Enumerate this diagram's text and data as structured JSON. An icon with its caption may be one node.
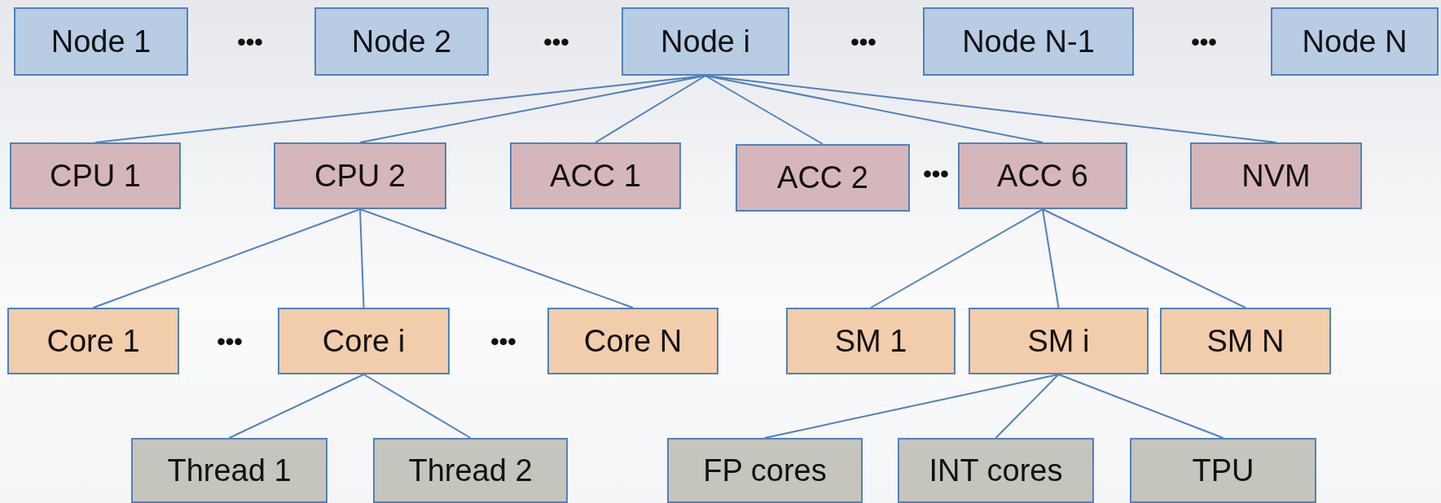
{
  "diagram": {
    "nodes": [
      {
        "text": [
          "Node 1"
        ]
      },
      {
        "text": [
          "Node 2"
        ]
      },
      {
        "text": [
          "Node i"
        ]
      },
      {
        "text": [
          "Node N-1"
        ]
      },
      {
        "text": [
          "Node N"
        ]
      },
      {
        "text": [
          "CPU 1"
        ]
      },
      {
        "text": [
          "CPU 2"
        ]
      },
      {
        "text": [
          "ACC 1"
        ]
      },
      {
        "text": [
          "ACC 2"
        ]
      },
      {
        "text": [
          "ACC 6"
        ]
      },
      {
        "text": [
          "NVM"
        ]
      },
      {
        "text": [
          "Core 1"
        ]
      },
      {
        "text": [
          "Core i"
        ]
      },
      {
        "text": [
          "Core N"
        ]
      },
      {
        "text": [
          "SM 1"
        ]
      },
      {
        "text": [
          "SM i"
        ]
      },
      {
        "text": [
          "SM N"
        ]
      },
      {
        "text": [
          "Thread 1"
        ]
      },
      {
        "text": [
          "Thread 2"
        ]
      },
      {
        "text": [
          "FP cores"
        ]
      },
      {
        "text": [
          "INT cores"
        ]
      },
      {
        "text": [
          "TPU"
        ]
      }
    ],
    "edges": [
      {
        "from": 2,
        "to": 5,
        "arrow": "none"
      },
      {
        "from": 2,
        "to": 6,
        "arrow": "none"
      },
      {
        "from": 2,
        "to": 7,
        "arrow": "none"
      },
      {
        "from": 2,
        "to": 8,
        "arrow": "none"
      },
      {
        "from": 2,
        "to": 9,
        "arrow": "none"
      },
      {
        "from": 2,
        "to": 10,
        "arrow": "none"
      },
      {
        "from": 6,
        "to": 11,
        "arrow": "none"
      },
      {
        "from": 6,
        "to": 12,
        "arrow": "none"
      },
      {
        "from": 6,
        "to": 13,
        "arrow": "none"
      },
      {
        "from": 9,
        "to": 14,
        "arrow": "none"
      },
      {
        "from": 9,
        "to": 15,
        "arrow": "none"
      },
      {
        "from": 9,
        "to": 16,
        "arrow": "none"
      },
      {
        "from": 12,
        "to": 17,
        "arrow": "none"
      },
      {
        "from": 12,
        "to": 18,
        "arrow": "none"
      },
      {
        "from": 15,
        "to": 19,
        "arrow": "none"
      },
      {
        "from": 15,
        "to": 20,
        "arrow": "none"
      },
      {
        "from": 15,
        "to": 21,
        "arrow": "none"
      }
    ],
    "labels": [
      "•••",
      "•••",
      "•••",
      "•••",
      "•••",
      "•••",
      "•••"
    ]
  }
}
